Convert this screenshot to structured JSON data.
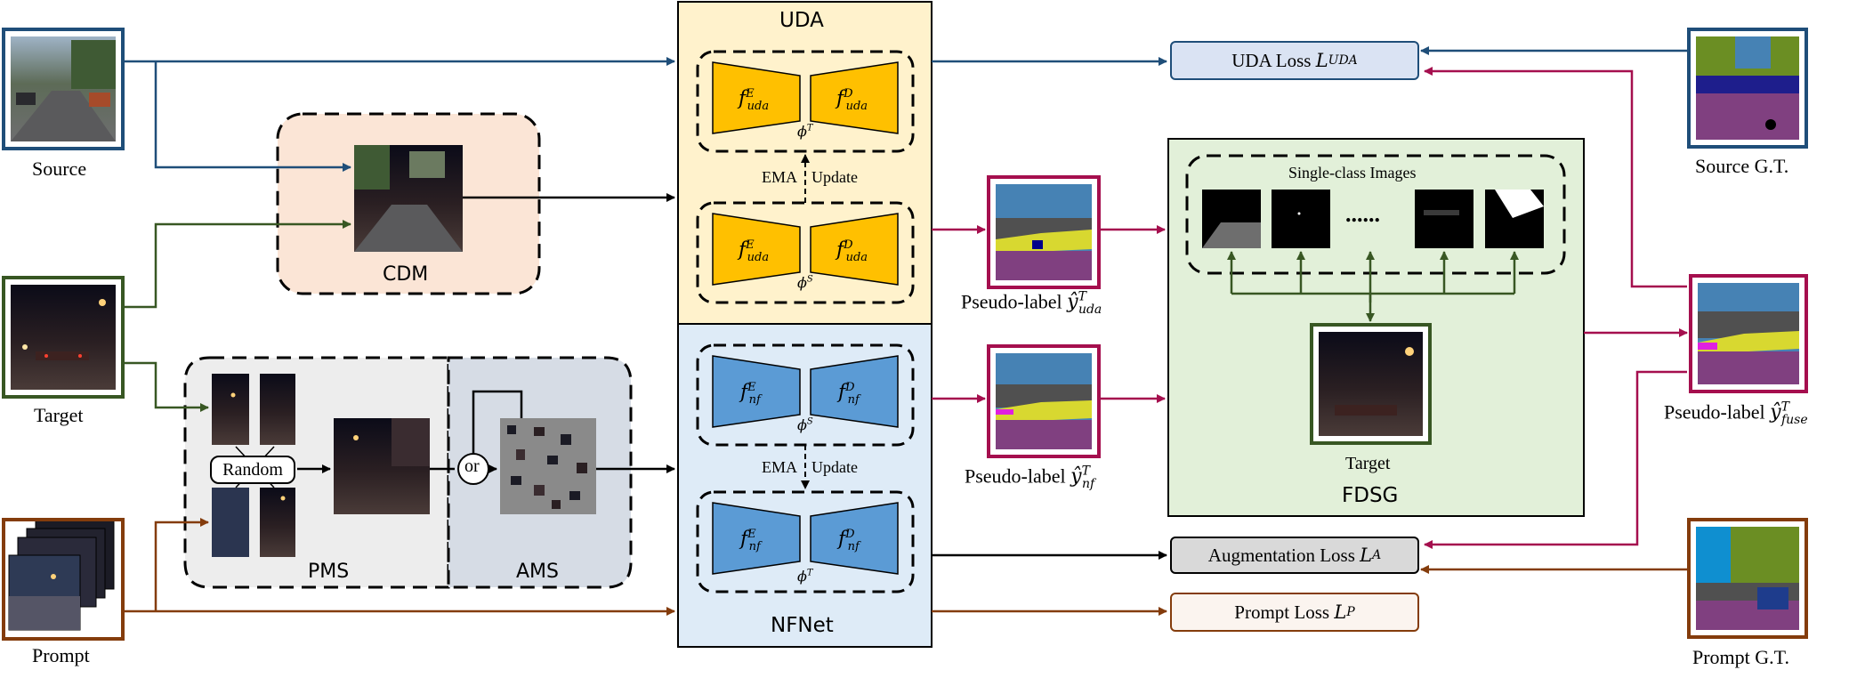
{
  "labels": {
    "source": "Source",
    "target": "Target",
    "prompt": "Prompt",
    "cdm": "CDM",
    "pms": "PMS",
    "ams": "AMS",
    "random": "Random",
    "or": "or",
    "uda": "UDA",
    "nfnet": "NFNet",
    "ema_update": "EMA",
    "update": "Update",
    "single_class_images": "Single-class Images",
    "fdsg": "FDSG",
    "fdsg_target": "Target",
    "source_gt": "Source G.T.",
    "prompt_gt": "Prompt G.T.",
    "ellipsis": "......"
  },
  "pseudo_labels": {
    "uda": {
      "text": "Pseudo-label",
      "sym": "ŷ",
      "sup": "T",
      "sub": "uda"
    },
    "nf": {
      "text": "Pseudo-label",
      "sym": "ŷ",
      "sup": "T",
      "sub": "nf"
    },
    "fuse": {
      "text": "Pseudo-label",
      "sym": "ŷ",
      "sup": "T",
      "sub": "fuse"
    }
  },
  "losses": {
    "uda": {
      "text": "UDA Loss",
      "sym": "L",
      "sub": "UDA"
    },
    "aug": {
      "text": "Augmentation Loss",
      "sym": "L",
      "sub": "A"
    },
    "prompt": {
      "text": "Prompt Loss",
      "sym": "L",
      "sub": "P"
    }
  },
  "networks": {
    "encoder_uda": {
      "sym": "f",
      "sup": "E",
      "sub": "uda"
    },
    "decoder_uda": {
      "sym": "f",
      "sup": "D",
      "sub": "uda"
    },
    "encoder_nf": {
      "sym": "f",
      "sup": "E",
      "sub": "nf"
    },
    "decoder_nf": {
      "sym": "f",
      "sup": "D",
      "sub": "nf"
    },
    "phi_teacher": {
      "sym": "ϕ",
      "sup": "T"
    },
    "phi_student": {
      "sym": "ϕ",
      "sup": "S"
    }
  },
  "colors": {
    "source": "#1f4e79",
    "target": "#385723",
    "prompt": "#843c0c",
    "pseudo": "#a50f4e",
    "uda_bg": "#fff2cc",
    "nfnet_bg": "#deebf7",
    "cdm_bg": "#fbe5d6",
    "fdsg_bg": "#e2f0d9",
    "pms_bg": "#ededed",
    "ams_bg": "#d6dce5",
    "uda_block": "#ffc000",
    "nf_block": "#5b9bd5",
    "uda_loss_bg": "#dae3f3",
    "aug_loss_bg": "#d9d9d9",
    "prompt_loss_bg": "#fbf4ef"
  }
}
